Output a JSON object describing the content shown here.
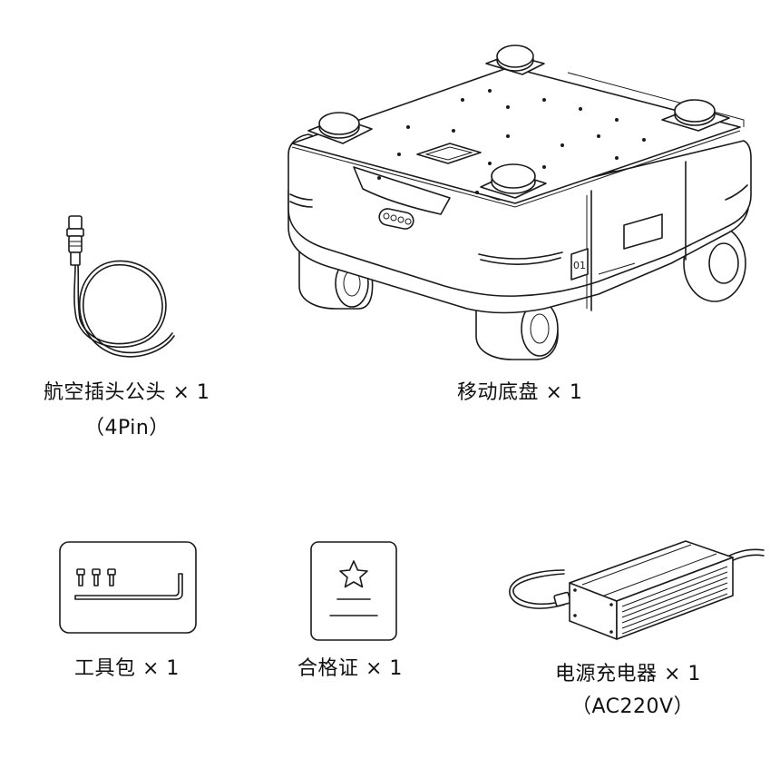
{
  "items": {
    "connector": {
      "name": "航空插头公头 × 1",
      "spec": "（4Pin）"
    },
    "chassis": {
      "name": "移动底盘 × 1",
      "badge_text": "01"
    },
    "toolkit": {
      "name": "工具包 × 1"
    },
    "certificate": {
      "name": "合格证 × 1"
    },
    "charger": {
      "name": "电源充电器 × 1",
      "spec": "（AC220V）"
    }
  },
  "colors": {
    "line": "#1a1a1a",
    "background": "#ffffff"
  },
  "icons": [
    "aviation-connector-icon",
    "robot-chassis-icon",
    "tool-kit-icon",
    "certificate-icon",
    "charger-icon",
    "star-icon"
  ]
}
